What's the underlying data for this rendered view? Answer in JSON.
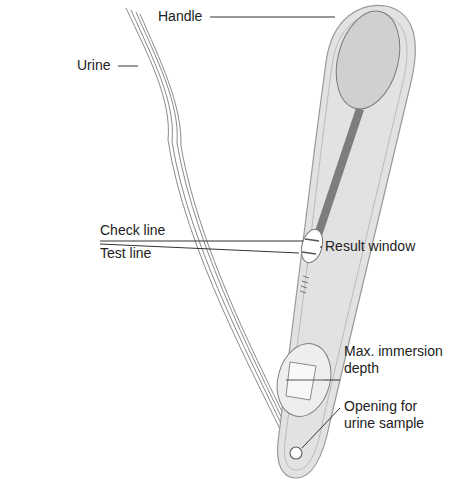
{
  "diagram": {
    "labels": [
      "Urine",
      "Handle",
      "Check line",
      "Test line",
      "Result window",
      "Max. immersion depth",
      "Opening for urine sample"
    ]
  }
}
